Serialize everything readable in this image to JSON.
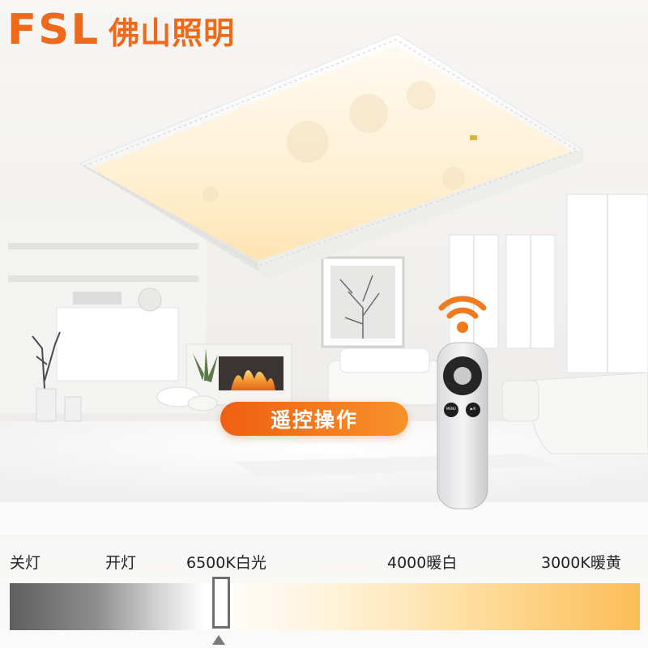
{
  "brand": {
    "latin": "FSL",
    "chinese": "佛山照明",
    "color": "#ee6a1a"
  },
  "feature_label": "遥控操作",
  "remote": {
    "button_menu": "MENU",
    "button_play": "▶/II"
  },
  "scale": {
    "labels": [
      "关灯",
      "开灯",
      "6500K白光",
      "4000暖白",
      "3000K暖黄"
    ],
    "colors": {
      "off": "#5e5e5e",
      "on": "#d6d6d6",
      "white_6500k": "#ffffff",
      "warm_white_4000": "#ffefcf",
      "warm_yellow_3000k": "#fbbd58"
    },
    "selected": "6500K白光"
  },
  "accent": "#f07a1e"
}
